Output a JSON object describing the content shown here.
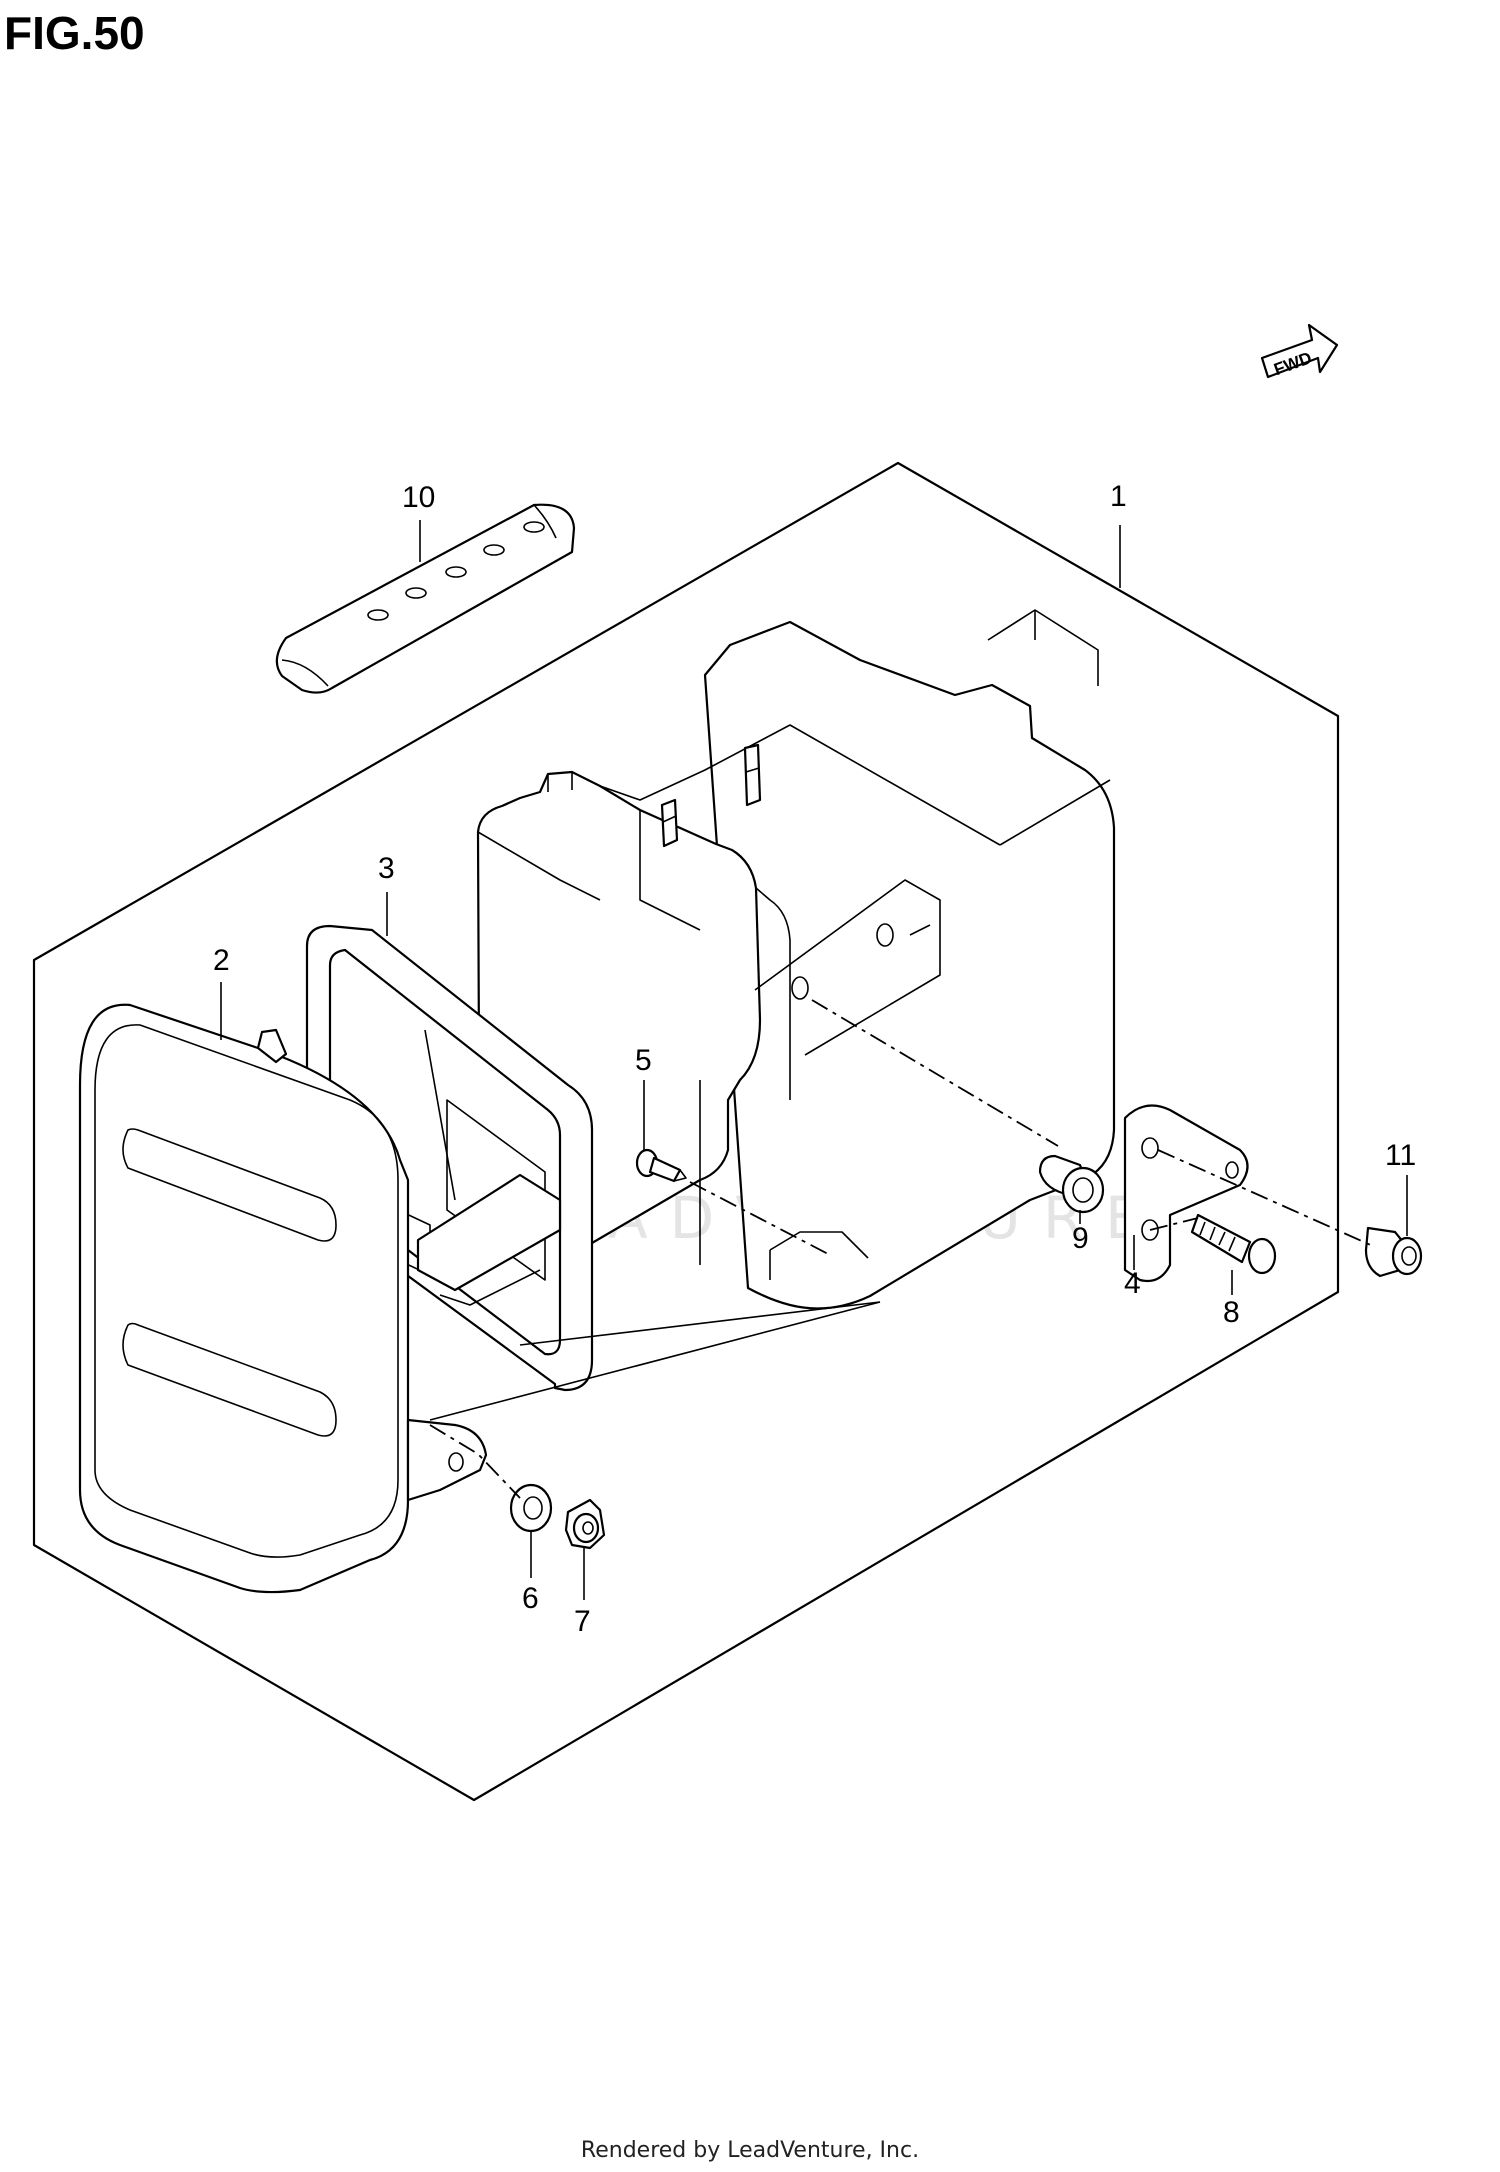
{
  "figure": {
    "title": "FIG.50"
  },
  "footer": {
    "text": "Rendered by LeadVenture, Inc."
  },
  "watermark": {
    "text": "LEADVENTURE"
  },
  "fwd_arrow": {
    "label": "FWD"
  },
  "callouts": [
    {
      "id": "1",
      "label": "1"
    },
    {
      "id": "2",
      "label": "2"
    },
    {
      "id": "3",
      "label": "3"
    },
    {
      "id": "4",
      "label": "4"
    },
    {
      "id": "5",
      "label": "5"
    },
    {
      "id": "6",
      "label": "6"
    },
    {
      "id": "7",
      "label": "7"
    },
    {
      "id": "8",
      "label": "8"
    },
    {
      "id": "9",
      "label": "9"
    },
    {
      "id": "10",
      "label": "10"
    },
    {
      "id": "11",
      "label": "11"
    }
  ]
}
